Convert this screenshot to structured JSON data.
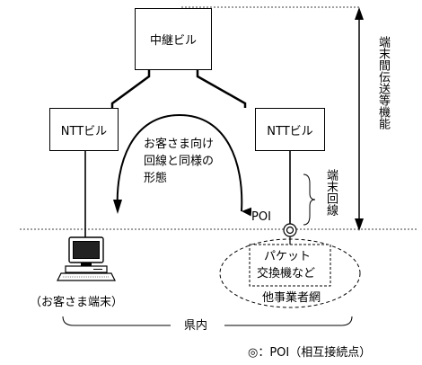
{
  "nodes": {
    "relay_building": "中継ビル",
    "ntt_building_left": "NTTビル",
    "ntt_building_right": "NTTビル"
  },
  "labels": {
    "same_form_line1": "お客さま向け",
    "same_form_line2": "回線と同様の",
    "same_form_line3": "形態",
    "poi": "POI",
    "customer_terminal": "（お客さま端末）",
    "packet_line1": "パケット",
    "packet_line2": "交換機など",
    "other_carrier_net": "他事業者網",
    "in_prefecture": "県内",
    "terminal_line": "端末回線",
    "inter_terminal_transport": "端末間伝送等機能",
    "poi_legend": "◎：POI（相互接続点）"
  }
}
